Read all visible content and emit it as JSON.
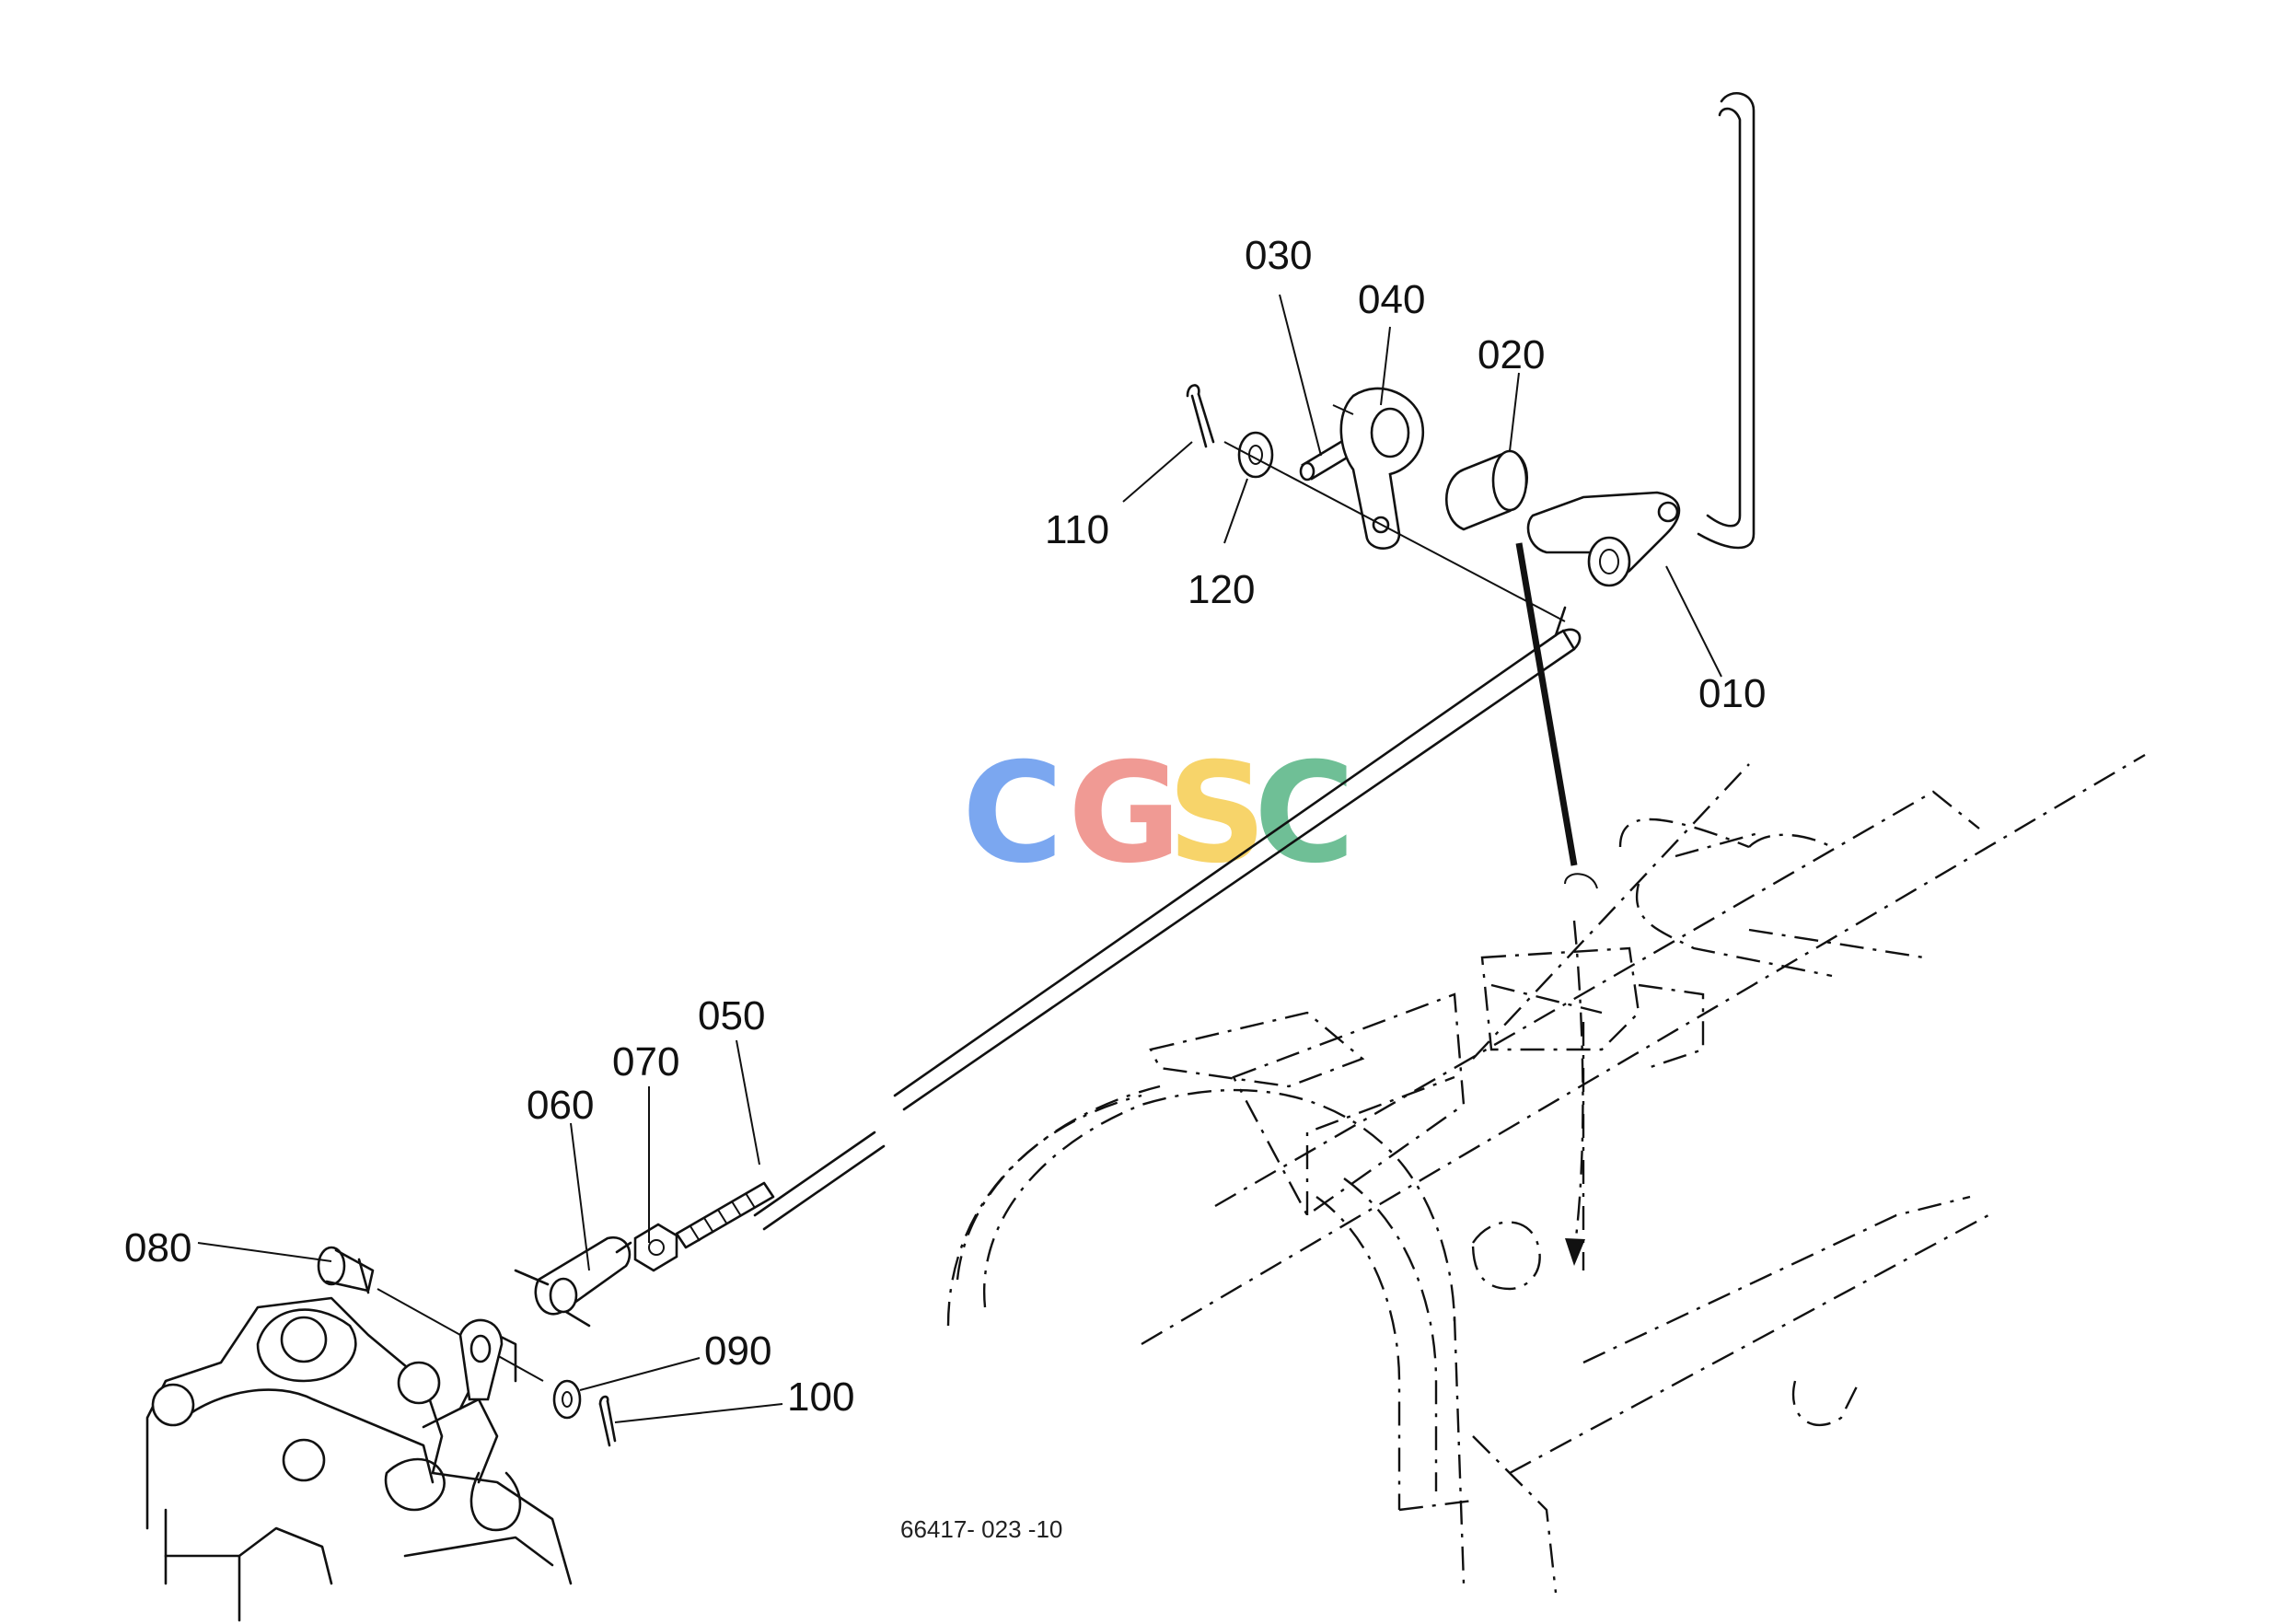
{
  "drawing_code": "66417- 023 -10",
  "watermark": {
    "letters": [
      "C",
      "G",
      "S",
      "C"
    ],
    "colors": [
      "#7ba7f0",
      "#f09a94",
      "#f7d46a",
      "#6fbf96"
    ]
  },
  "parts": [
    {
      "id": "010",
      "label": "010"
    },
    {
      "id": "020",
      "label": "020"
    },
    {
      "id": "030",
      "label": "030"
    },
    {
      "id": "040",
      "label": "040"
    },
    {
      "id": "050",
      "label": "050"
    },
    {
      "id": "060",
      "label": "060"
    },
    {
      "id": "070",
      "label": "070"
    },
    {
      "id": "080",
      "label": "080"
    },
    {
      "id": "090",
      "label": "090"
    },
    {
      "id": "100",
      "label": "100"
    },
    {
      "id": "110",
      "label": "110"
    },
    {
      "id": "120",
      "label": "120"
    }
  ]
}
